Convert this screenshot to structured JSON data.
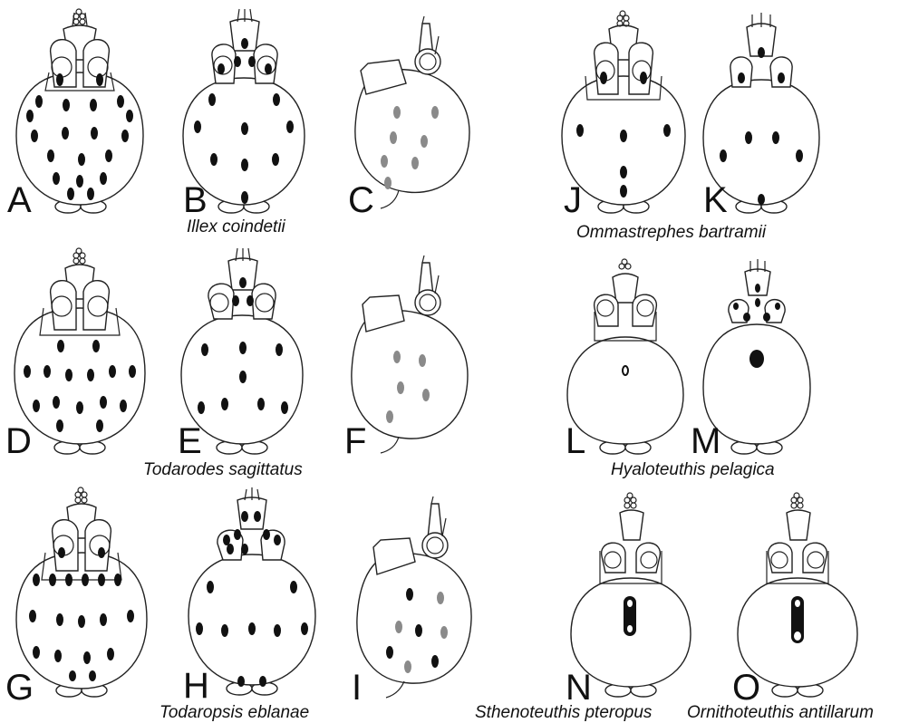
{
  "colors": {
    "photophore_dark": "#111111",
    "photophore_grey": "#8a8a8a",
    "outline": "#222222"
  },
  "panels": [
    {
      "letter": "A",
      "view": "ventral",
      "spots": "dark"
    },
    {
      "letter": "B",
      "view": "ventral",
      "spots": "dark"
    },
    {
      "letter": "C",
      "view": "lateral",
      "spots": "grey"
    },
    {
      "letter": "D",
      "view": "ventral",
      "spots": "dark"
    },
    {
      "letter": "E",
      "view": "ventral",
      "spots": "dark"
    },
    {
      "letter": "F",
      "view": "lateral",
      "spots": "grey"
    },
    {
      "letter": "G",
      "view": "ventral",
      "spots": "dark"
    },
    {
      "letter": "H",
      "view": "ventral",
      "spots": "dark"
    },
    {
      "letter": "I",
      "view": "lateral",
      "spots": "mixed"
    },
    {
      "letter": "J",
      "view": "ventral",
      "spots": "dark"
    },
    {
      "letter": "K",
      "view": "ventral",
      "spots": "dark"
    },
    {
      "letter": "L",
      "view": "ventral",
      "spots": "ring"
    },
    {
      "letter": "M",
      "view": "ventral",
      "spots": "dark"
    },
    {
      "letter": "N",
      "view": "ventral",
      "spots": "bar"
    },
    {
      "letter": "O",
      "view": "ventral",
      "spots": "bar"
    }
  ],
  "captions": [
    {
      "text": "Illex coindetii"
    },
    {
      "text": "Ommastrephes bartramii"
    },
    {
      "text": "Todarodes sagittatus"
    },
    {
      "text": "Hyaloteuthis pelagica"
    },
    {
      "text": "Todaropsis eblanae"
    },
    {
      "text": "Sthenoteuthis pteropus"
    },
    {
      "text": "Ornithoteuthis antillarum"
    }
  ]
}
